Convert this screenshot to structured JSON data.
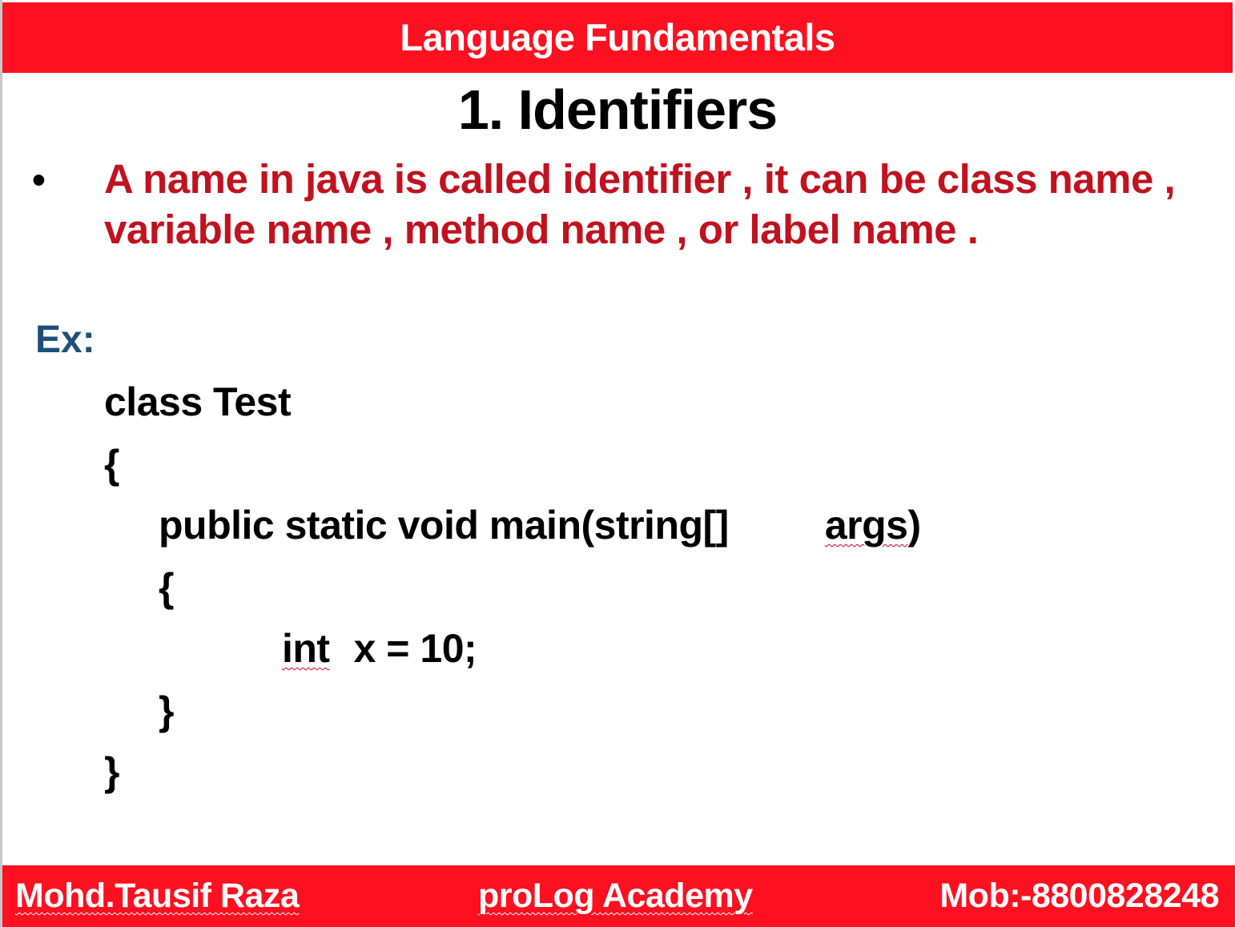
{
  "header": {
    "title": "Language Fundamentals"
  },
  "slide": {
    "heading": "1. Identifiers",
    "bullet_symbol": "•",
    "definition": "A name in java is called identifier , it can be class name , variable name , method name , or label name .",
    "example_label": "Ex:"
  },
  "code": {
    "class_decl": "class Test",
    "open_brace_outer": "{",
    "method_sig_part1": "public static void main(string[]",
    "method_sig_args": "args",
    "method_sig_close": ")",
    "open_brace_inner": "{",
    "stmt_type": "int",
    "stmt_rest": "x = 10;",
    "close_brace_inner": "}",
    "close_brace_outer": "}"
  },
  "footer": {
    "author": "Mohd.Tausif Raza",
    "academy": "proLog Academy",
    "mobile": "Mob:-8800828248"
  },
  "colors": {
    "banner": "#fd1020",
    "definition_text": "#c0121f",
    "example_label": "#1f4e79"
  }
}
